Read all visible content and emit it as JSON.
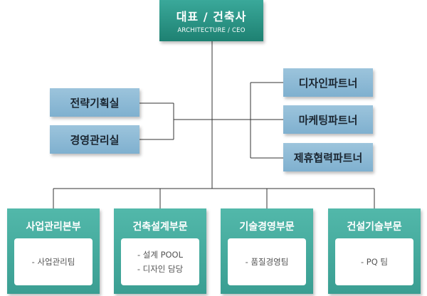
{
  "ceo": {
    "title": "대표 / 건축사",
    "subtitle": "ARCHITECTURE / CEO"
  },
  "left": [
    {
      "label": "전략기획실"
    },
    {
      "label": "경영관리실"
    }
  ],
  "right": [
    {
      "label": "디자인파트너"
    },
    {
      "label": "마케팅파트너"
    },
    {
      "label": "제휴협력파트너"
    }
  ],
  "departments": [
    {
      "name": "사업관리본부",
      "items": [
        "- 사업관리팀"
      ]
    },
    {
      "name": "건축설계부문",
      "items": [
        "- 설계 POOL",
        "- 디자인 담당"
      ]
    },
    {
      "name": "기술경영부문",
      "items": [
        "- 품질경영팀"
      ]
    },
    {
      "name": "건설기술부문",
      "items": [
        "- PQ 팀"
      ]
    }
  ],
  "colors": {
    "ceo": "#2a9485",
    "side": "#8db9d6",
    "dept": "#45ab9e",
    "line": "#333333"
  }
}
